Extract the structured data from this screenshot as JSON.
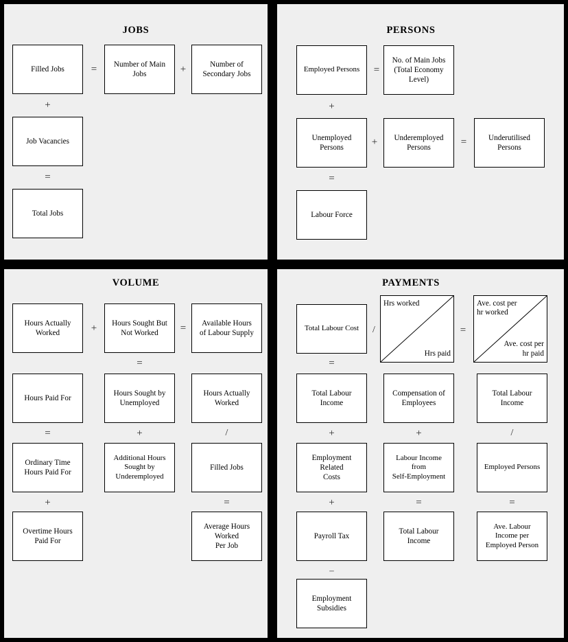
{
  "diagram": {
    "title_font_color": "#000000",
    "panel_bg": "#efefef",
    "divider_color": "#000000",
    "box_bg": "#ffffff",
    "box_border": "#000000"
  },
  "quadrants": {
    "jobs": {
      "title": "JOBS",
      "boxes": {
        "filled_jobs": "Filled Jobs",
        "number_of_main_jobs": "Number of Main\nJobs",
        "number_of_secondary_jobs": "Number of\nSecondary Jobs",
        "job_vacancies": "Job Vacancies",
        "total_jobs": "Total Jobs"
      },
      "operators": {
        "equals_r1": "=",
        "plus_r1": "+",
        "plus_c1a": "+",
        "equals_c1b": "="
      }
    },
    "persons": {
      "title": "PERSONS",
      "boxes": {
        "employed_persons": "Employed Persons",
        "no_of_main_jobs_total_economy": "No. of Main Jobs\n(Total Economy\nLevel)",
        "unemployed_persons": "Unemployed\nPersons",
        "underemployed_persons": "Underemployed\nPersons",
        "underutilised_persons": "Underutilised\nPersons",
        "labour_force": "Labour Force"
      },
      "operators": {
        "equals_r1": "=",
        "plus_c1a": "+",
        "plus_r2": "+",
        "equals_r2": "=",
        "equals_c1b": "="
      }
    },
    "volume": {
      "title": "VOLUME",
      "boxes": {
        "hours_actually_worked": "Hours Actually\nWorked",
        "hours_sought_but_not_worked": "Hours Sought But\nNot Worked",
        "available_hours_of_labour_supply": "Available Hours\nof Labour Supply",
        "hours_paid_for": "Hours Paid For",
        "hours_sought_by_unemployed": "Hours Sought by\nUnemployed",
        "hours_actually_worked_2": "Hours Actually\nWorked",
        "ordinary_time_hours_paid_for": "Ordinary Time\nHours Paid For",
        "additional_hours_sought_by_underemployed": "Additional Hours\nSought by\nUnderemployed",
        "filled_jobs": "Filled Jobs",
        "overtime_hours_paid_for": "Overtime Hours\nPaid For",
        "average_hours_worked_per_job": "Average Hours\nWorked\nPer Job"
      },
      "operators": {
        "plus_r1": "+",
        "equals_r1": "=",
        "equals_c2a": "=",
        "equals_c1a": "=",
        "plus_c2b": "+",
        "slash_c3b": "/",
        "plus_c1b": "+",
        "equals_c3c": "="
      }
    },
    "payments": {
      "title": "PAYMENTS",
      "boxes": {
        "total_labour_cost": "Total Labour Cost",
        "hrs_worked": "Hrs worked",
        "hrs_paid": "Hrs paid",
        "ave_cost_per_hr_worked": "Ave. cost per\nhr worked",
        "ave_cost_per_hr_paid": "Ave. cost per\nhr paid",
        "total_labour_income_1": "Total Labour\nIncome",
        "compensation_of_employees": "Compensation of\nEmployees",
        "total_labour_income_2": "Total Labour\nIncome",
        "employment_related_costs": "Employment\nRelated\nCosts",
        "labour_income_from_self_employment": "Labour Income\nfrom\nSelf-Employment",
        "employed_persons": "Employed Persons",
        "payroll_tax": "Payroll Tax",
        "total_labour_income_3": "Total Labour\nIncome",
        "ave_labour_income_per_employed_person": "Ave. Labour\nIncome per\nEmployed Person",
        "employment_subsidies": "Employment\nSubsidies"
      },
      "operators": {
        "slash_r1": "/",
        "equals_r1": "=",
        "equals_c1a": "=",
        "plus_c1b": "+",
        "plus_c2b": "+",
        "slash_c3b": "/",
        "plus_c1c": "+",
        "equals_c2c": "=",
        "equals_c3c": "=",
        "minus_c1d": "–"
      }
    }
  }
}
